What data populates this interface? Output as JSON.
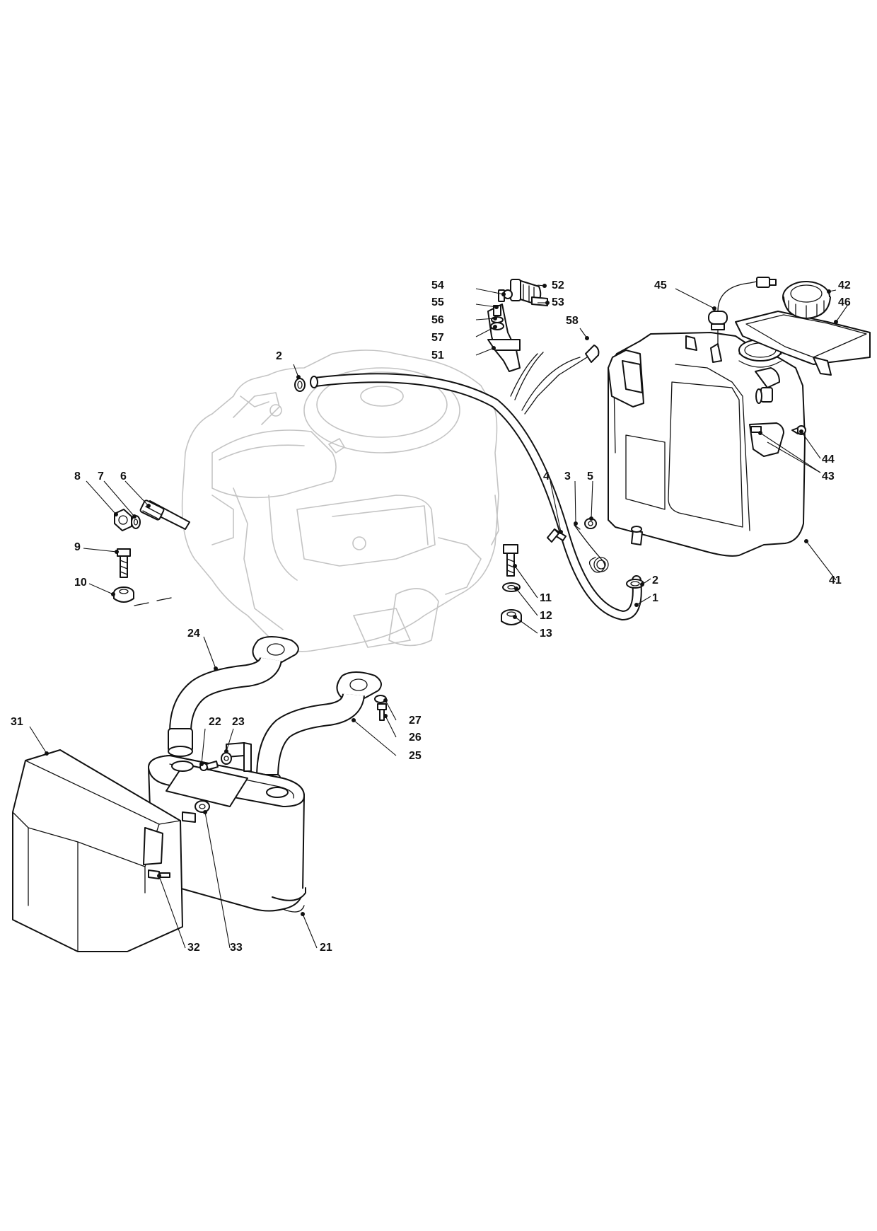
{
  "diagram": {
    "callouts": [
      {
        "id": "54",
        "text": "54"
      },
      {
        "id": "55",
        "text": "55"
      },
      {
        "id": "56",
        "text": "56"
      },
      {
        "id": "57",
        "text": "57"
      },
      {
        "id": "51",
        "text": "51"
      },
      {
        "id": "52",
        "text": "52"
      },
      {
        "id": "53",
        "text": "53"
      },
      {
        "id": "58",
        "text": "58"
      },
      {
        "id": "45",
        "text": "45"
      },
      {
        "id": "42",
        "text": "42"
      },
      {
        "id": "46",
        "text": "46"
      },
      {
        "id": "2a",
        "text": "2"
      },
      {
        "id": "8",
        "text": "8"
      },
      {
        "id": "7",
        "text": "7"
      },
      {
        "id": "6",
        "text": "6"
      },
      {
        "id": "9",
        "text": "9"
      },
      {
        "id": "10",
        "text": "10"
      },
      {
        "id": "4",
        "text": "4"
      },
      {
        "id": "3",
        "text": "3"
      },
      {
        "id": "5",
        "text": "5"
      },
      {
        "id": "44",
        "text": "44"
      },
      {
        "id": "43",
        "text": "43"
      },
      {
        "id": "11",
        "text": "11"
      },
      {
        "id": "12",
        "text": "12"
      },
      {
        "id": "13",
        "text": "13"
      },
      {
        "id": "2b",
        "text": "2"
      },
      {
        "id": "1",
        "text": "1"
      },
      {
        "id": "41",
        "text": "41"
      },
      {
        "id": "24",
        "text": "24"
      },
      {
        "id": "31",
        "text": "31"
      },
      {
        "id": "22",
        "text": "22"
      },
      {
        "id": "23",
        "text": "23"
      },
      {
        "id": "27",
        "text": "27"
      },
      {
        "id": "26",
        "text": "26"
      },
      {
        "id": "25",
        "text": "25"
      },
      {
        "id": "32",
        "text": "32"
      },
      {
        "id": "33",
        "text": "33"
      },
      {
        "id": "21",
        "text": "21"
      }
    ]
  }
}
